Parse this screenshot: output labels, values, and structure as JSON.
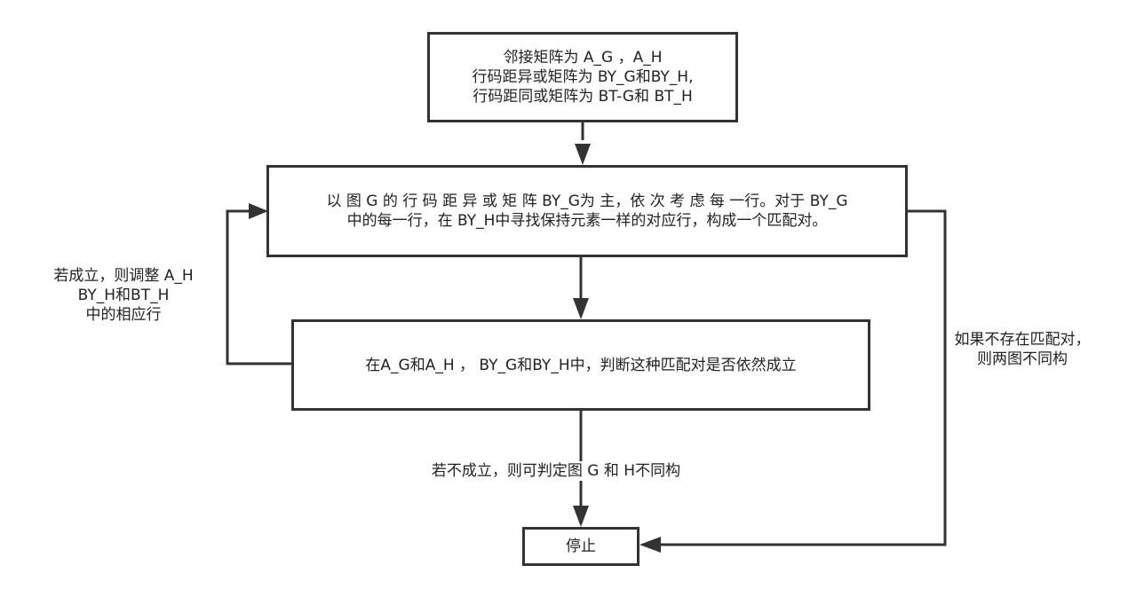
{
  "box1": {
    "lines": [
      "邻接矩阵为 A_G  ，A_H",
      "行码距异或矩阵为 BY_G和BY_H,",
      "行码距同或矩阵为 BT-G和 BT_H"
    ]
  },
  "box2": {
    "lines": [
      "以 图 G 的 行 码 距 异 或 矩 阵 BY_G为 主，依 次 考 虑 每 一行。对于 BY_G",
      "中的每一行，在 BY_H中寻找保持元素一样的对应行，构成一个匹配对。"
    ]
  },
  "box3": {
    "lines": [
      "在A_G和A_H ， BY_G和BY_H中，判断这种匹配对是否依然成立"
    ]
  },
  "box4": {
    "lines": [
      "停止"
    ]
  },
  "label_left": {
    "lines": [
      "若成立，则调整 A_H",
      "BY_H和BT_H",
      "中的相应行"
    ]
  },
  "label_right": {
    "lines": [
      "如果不存在匹配对，",
      "则两图不同构"
    ]
  },
  "label_bottom": {
    "lines": [
      "若不成立，则可判定图 G 和 H不同构"
    ]
  }
}
